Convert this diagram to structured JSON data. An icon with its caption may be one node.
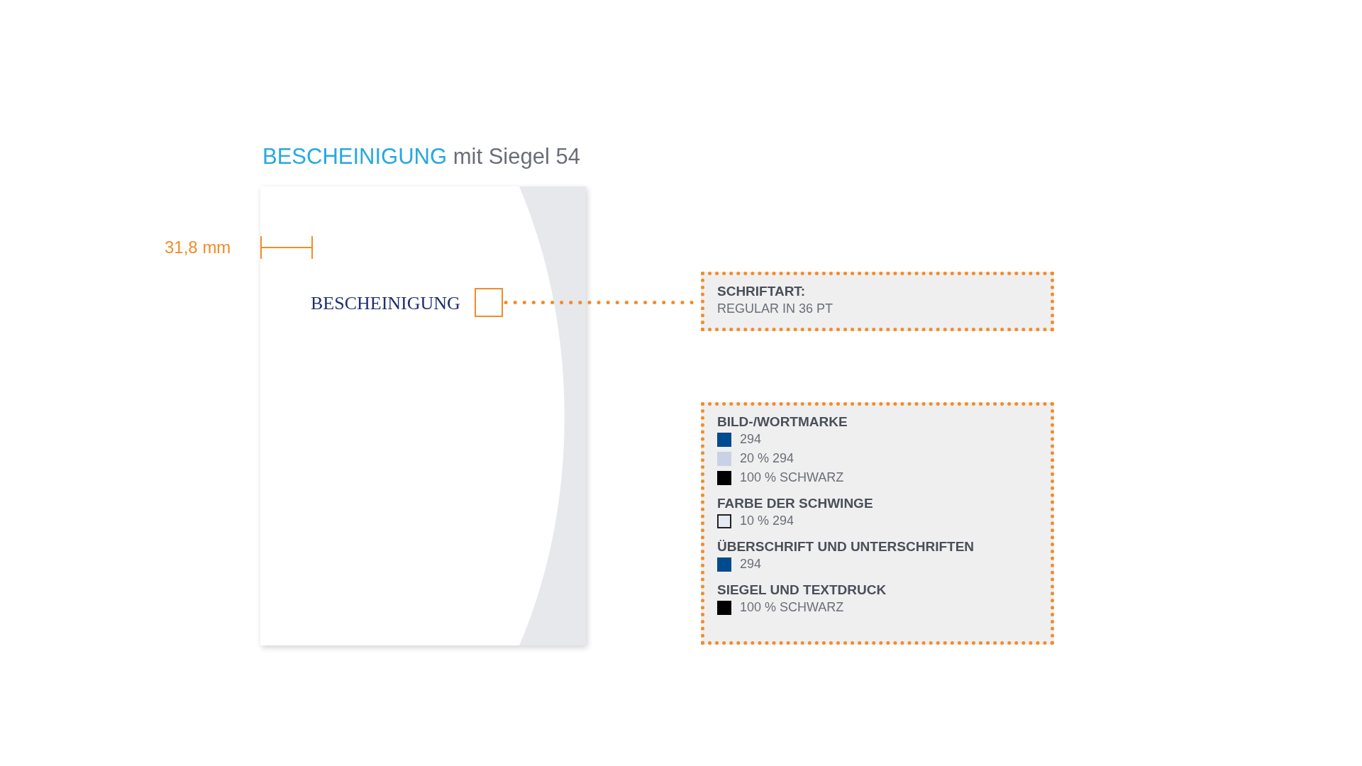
{
  "diagram": {
    "title": "BESCHEINIGUNG mit Siegel 54",
    "nodes": [
      {
        "text": [
          "BESCHEINIGUNG"
        ]
      },
      {
        "text": [],
        "shape": "box",
        "in": 0
      },
      {
        "text": [
          "SCHRIFTART:",
          "REGULAR IN 36 PT"
        ]
      },
      {
        "text": [
          "BILD-/WORTMARKE",
          "FARBE DER SCHWINGE",
          "ÜBERSCHRIFT UND UNTERSCHRIFTEN",
          "SIEGEL UND TEXTDRUCK"
        ]
      }
    ],
    "edges": [
      {
        "from": 1,
        "to": 2,
        "arrow": "none",
        "style": "dashed"
      }
    ],
    "labels": [
      "31,8 mm"
    ],
    "legend": [
      {
        "text": "294",
        "color": "#004a8f"
      },
      {
        "text": "20 % 294",
        "color": "#c9d1e6"
      },
      {
        "text": "100 % SCHWARZ",
        "color": "#000000"
      },
      {
        "text": "10 % 294",
        "color": "#e6ebf3"
      },
      {
        "text": "294",
        "color": "#004a8f"
      },
      {
        "text": "100 % SCHWARZ",
        "color": "#000000"
      }
    ]
  }
}
